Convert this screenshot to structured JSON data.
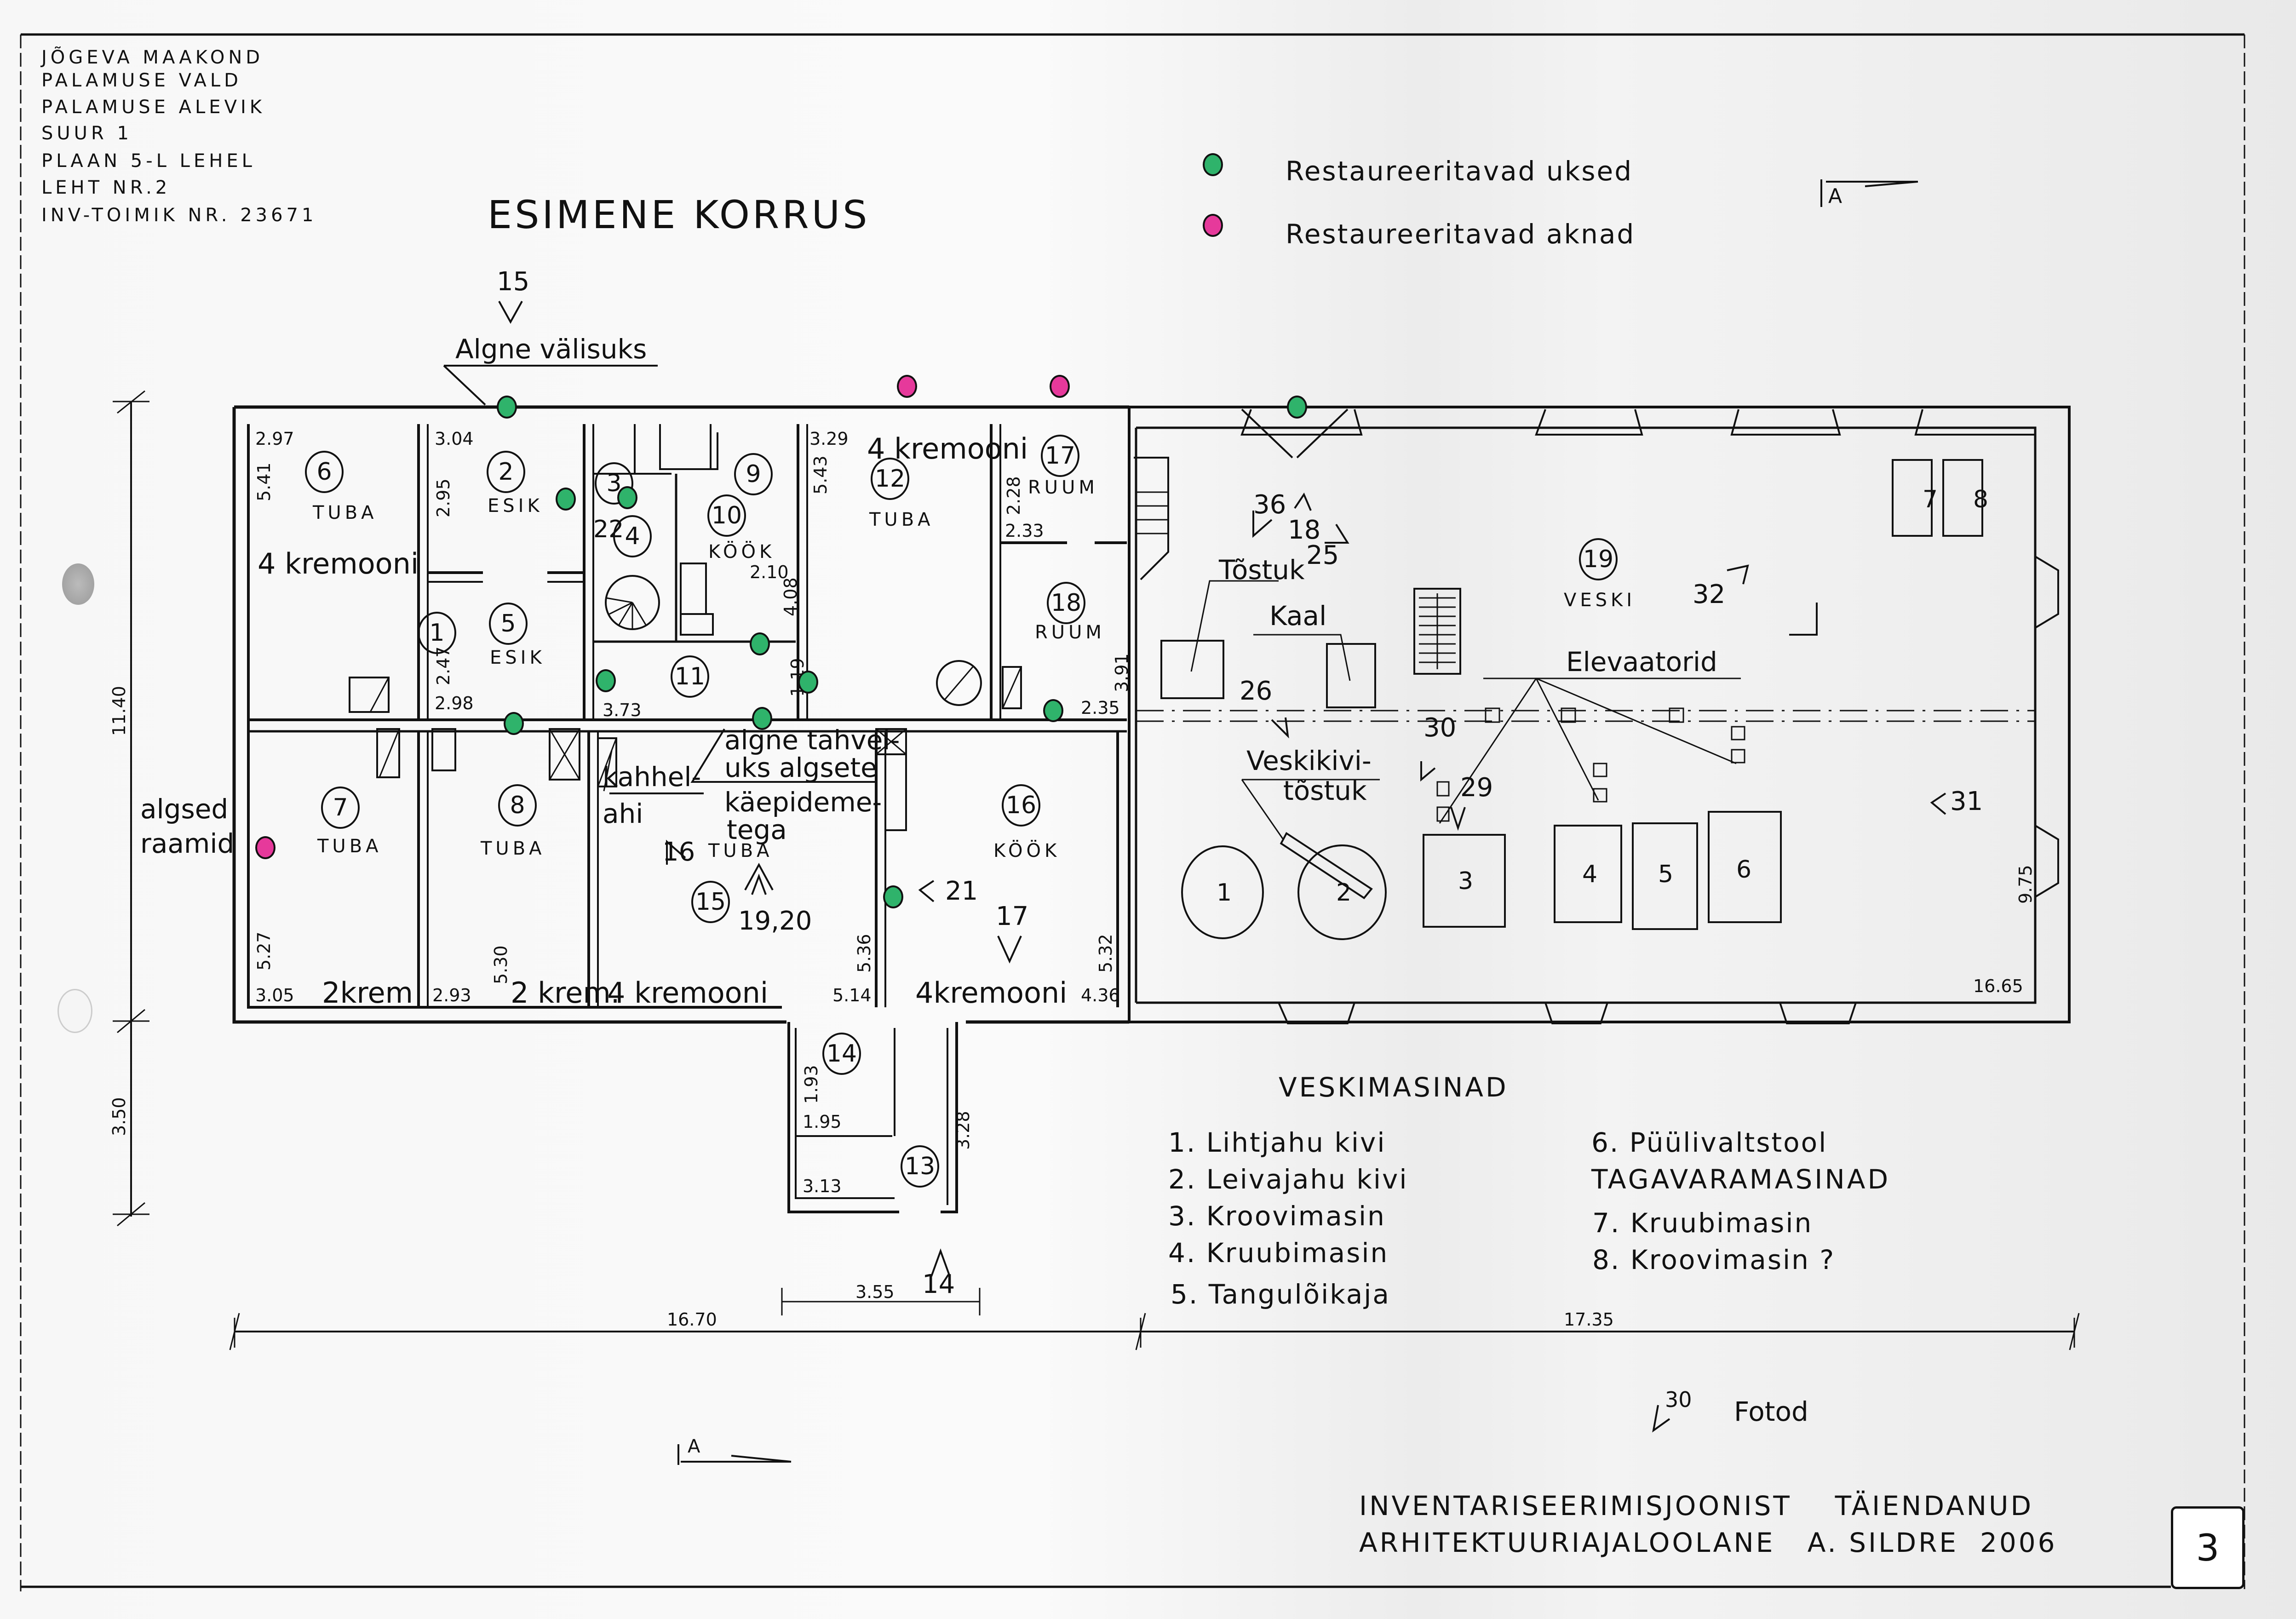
{
  "sheet": {
    "header_lines": [
      "JÕGEVA MAAKOND",
      "PALAMUSE VALD",
      "PALAMUSE ALEVIK",
      "SUUR 1",
      "PLAAN 5-L LEHEL",
      "LEHT NR.2",
      "INV-TOIMIK NR. 23671"
    ],
    "title": "ESIMENE KORRUS",
    "section_marker": "A",
    "page_number": "3"
  },
  "legend": {
    "items": [
      {
        "label": "Restaureeritavad uksed",
        "color": "#2fb36b",
        "symbol": "green-dot"
      },
      {
        "label": "Restaureeritavad aknad",
        "color": "#e6399b",
        "symbol": "pink-dot"
      }
    ]
  },
  "annotations": {
    "algne_valisuks": "Algne välisuks",
    "algne_valisuks_photo": "15",
    "algsed_raamid": [
      "algsed",
      "raamid"
    ],
    "kahhelahi": [
      "kahhel-",
      "ahi"
    ],
    "tahveluks": [
      "algne tahvel-",
      "uks algsete",
      "käepideme-",
      "tega"
    ],
    "tostuk": "Tõstuk",
    "kaal": "Kaal",
    "elevaatorid": "Elevaatorid",
    "veskikivi_tostuk": [
      "Veskikivi-",
      "tõstuk"
    ],
    "photos": [
      "16",
      "19,20",
      "21",
      "17",
      "14",
      "36",
      "18",
      "25",
      "26",
      "30",
      "29",
      "31",
      "32"
    ]
  },
  "rooms": [
    {
      "num": "6",
      "name": "TUBA",
      "krem": "4 kremooni",
      "dims": [
        "2.97",
        "5.41"
      ]
    },
    {
      "num": "2",
      "name": "ESIK",
      "dims": [
        "3.04",
        "2.95"
      ]
    },
    {
      "num": "3",
      "name": ""
    },
    {
      "num": "4",
      "name": ""
    },
    {
      "num": "22",
      "name": ""
    },
    {
      "num": "9",
      "name": ""
    },
    {
      "num": "10",
      "name": "KÖÖK",
      "dims": [
        "2.10",
        "4.08"
      ]
    },
    {
      "num": "12",
      "name": "TUBA",
      "krem": "4 kremooni",
      "dims": [
        "3.29",
        "5.43"
      ]
    },
    {
      "num": "17",
      "name": "RUUM",
      "dims": [
        "2.28",
        "2.33"
      ]
    },
    {
      "num": "18",
      "name": "RUUM",
      "dims": [
        "3.91",
        "2.35"
      ]
    },
    {
      "num": "5",
      "name": "ESIK",
      "dims": [
        "2.47",
        "2.98"
      ]
    },
    {
      "num": "1",
      "name": ""
    },
    {
      "num": "11",
      "name": "",
      "dims": [
        "3.73",
        "1.19"
      ]
    },
    {
      "num": "7",
      "name": "TUBA",
      "krem": "2krem",
      "dims": [
        "5.27",
        "3.05"
      ]
    },
    {
      "num": "8",
      "name": "TUBA",
      "krem": "2 krem.",
      "dims": [
        "2.93",
        "5.30"
      ]
    },
    {
      "num": "15",
      "name": "TUBA",
      "krem": "4 kremooni",
      "dims": [
        "5.14",
        "5.36"
      ]
    },
    {
      "num": "16",
      "name": "KÖÖK",
      "krem": "4kremooni",
      "dims": [
        "4.36",
        "5.32"
      ]
    },
    {
      "num": "14",
      "name": "",
      "dims": [
        "1.93",
        "1.95"
      ]
    },
    {
      "num": "13",
      "name": "",
      "dims": [
        "3.28",
        "3.13"
      ]
    },
    {
      "num": "19",
      "name": "VESKI",
      "dims": [
        "9.75",
        "16.65"
      ]
    }
  ],
  "machines_on_plan": [
    "1",
    "2",
    "3",
    "4",
    "5",
    "6",
    "7",
    "8"
  ],
  "dimensions": {
    "overall_height": "11.40",
    "annex_height": "3.50",
    "left_width": "16.70",
    "right_width": "17.35",
    "annex_width": "3.55"
  },
  "machine_list": {
    "heading": "VESKIMASINAD",
    "items": [
      "1. Lihtjahu kivi",
      "2. Leivajahu kivi",
      "3. Kroovimasin",
      "4. Kruubimasin",
      "5. Tangulõikaja",
      "6. Püülivaltstool"
    ],
    "reserve_heading": "TAGAVARAMASINAD",
    "reserve_items": [
      "7. Kruubimasin",
      "8. Kroovimasin ?"
    ]
  },
  "photo_legend": {
    "sample": "30",
    "label": "Fotod"
  },
  "footer": {
    "line1": "INVENTARISEERIMISJOONIST    TÄIENDANUD",
    "line2": "ARHITEKTUURIAJALOOLANE   A. SILDRE  2006"
  }
}
